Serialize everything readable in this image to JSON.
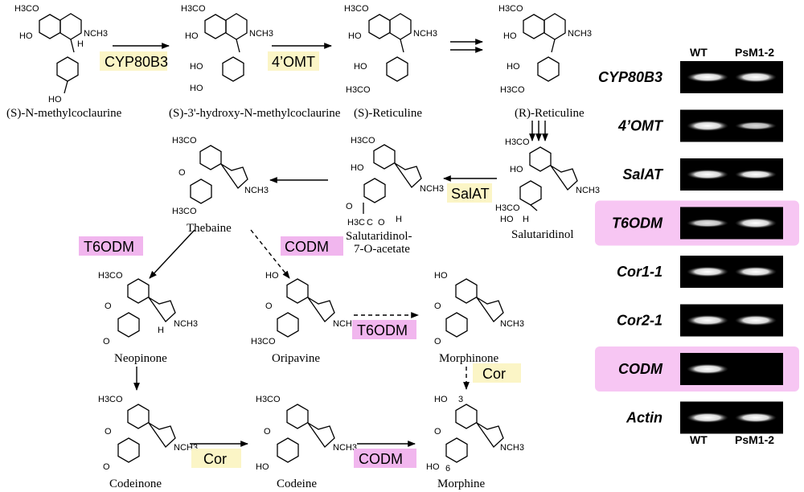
{
  "compounds": {
    "s_nmc": "(S)-N-methylcoclaurine",
    "s_3oh": "(S)-3'-hydroxy-N-methylcoclaurine",
    "s_ret": "(S)-Reticuline",
    "r_ret": "(R)-Reticuline",
    "salutaridinol": "Salutaridinol",
    "sal_acetate_1": "Salutaridinol-",
    "sal_acetate_2": "7-O-acetate",
    "thebaine": "Thebaine",
    "neopinone": "Neopinone",
    "oripavine": "Oripavine",
    "morphinone": "Morphinone",
    "codeinone": "Codeinone",
    "codeine": "Codeine",
    "morphine": "Morphine"
  },
  "enzymes": {
    "cyp80b3": "CYP80B3",
    "omt": "4’OMT",
    "salat": "SalAT",
    "t6odm_1": "T6ODM",
    "codm_1": "CODM",
    "t6odm_2": "T6ODM",
    "cor_1": "Cor",
    "cor_2": "Cor",
    "codm_2": "CODM"
  },
  "atoms": {
    "h3co": "H3CO",
    "ho": "HO",
    "nch3": "NCH3",
    "ch3": "CH3",
    "h": "H",
    "o": "O",
    "h3c": "H3C",
    "c": "C",
    "three": "3",
    "six": "6"
  },
  "gel": {
    "col_wt": "WT",
    "col_mut": "PsM1-2",
    "genes": [
      "CYP80B3",
      "4’OMT",
      "SalAT",
      "T6ODM",
      "Cor1-1",
      "Cor2-1",
      "CODM",
      "Actin"
    ],
    "highlighted_genes": [
      "T6ODM",
      "CODM"
    ],
    "highlight_color": "#f7c6f3",
    "band_levels_wt": [
      0.8,
      0.9,
      0.8,
      0.6,
      0.85,
      0.9,
      0.85,
      0.85
    ],
    "band_levels_mut": [
      0.9,
      0.55,
      0.7,
      0.9,
      0.85,
      0.9,
      0.0,
      0.8
    ]
  },
  "colors": {
    "enzyme_yellow": "#fbf5c6",
    "enzyme_pink": "#f1b6ee",
    "gel_background": "#000000",
    "band": "#e8e8e8"
  }
}
